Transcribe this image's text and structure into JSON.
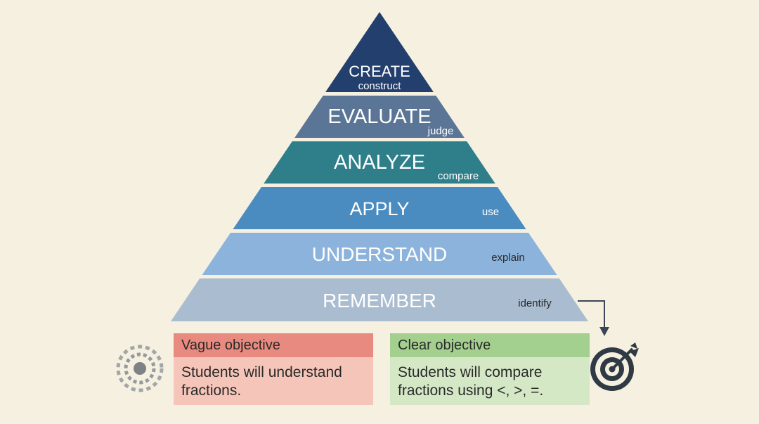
{
  "pyramid": {
    "tiers": [
      {
        "title": "CREATE",
        "verb": "construct",
        "color": "#233f6e",
        "verb_color": "#ffffff"
      },
      {
        "title": "EVALUATE",
        "verb": "judge",
        "color": "#5b7596",
        "verb_color": "#ffffff"
      },
      {
        "title": "ANALYZE",
        "verb": "compare",
        "color": "#2e7f8a",
        "verb_color": "#ffffff"
      },
      {
        "title": "APPLY",
        "verb": "use",
        "color": "#4b8cc0",
        "verb_color": "#ffffff"
      },
      {
        "title": "UNDERSTAND",
        "verb": "explain",
        "color": "#8bb3dc",
        "verb_color": "#2a2a2a"
      },
      {
        "title": "REMEMBER",
        "verb": "identify",
        "color": "#a9bcd0",
        "verb_color": "#2a2a2a"
      }
    ]
  },
  "vague": {
    "heading": "Vague objective",
    "line1": "Students will understand",
    "line2": "fractions."
  },
  "clear": {
    "heading": "Clear objective",
    "line1": "Students will compare",
    "line2": "fractions using <, >, =."
  },
  "icons": {
    "blurry_target": "blurry-target-icon",
    "target": "target-with-arrow-icon",
    "connector": "down-arrow-connector"
  }
}
